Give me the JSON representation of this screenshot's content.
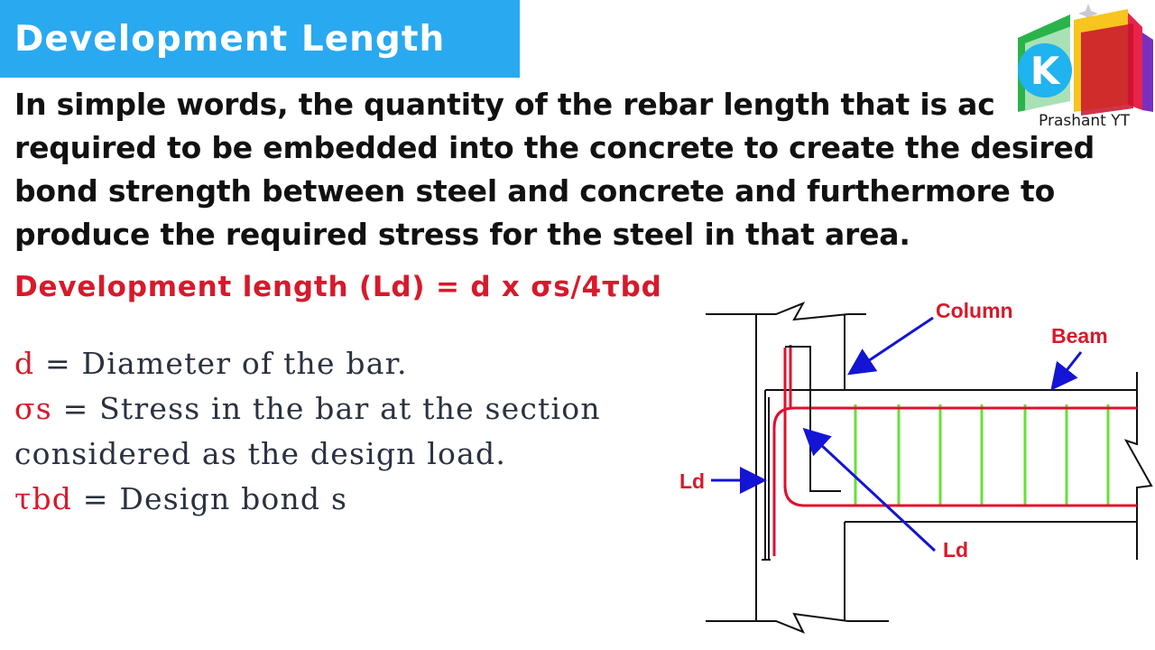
{
  "header": {
    "title": "Development Length"
  },
  "intro": {
    "lines": [
      "In simple words, the quantity of the rebar length that is ac",
      "required to be embedded into the concrete to create the desired",
      "bond strength between steel and concrete and furthermore to",
      "produce the required stress for the steel in that area."
    ]
  },
  "formula": "Development length (Ld) = d x σs/4τbd",
  "definitions": [
    {
      "symbol": "d",
      "text": " = Diameter of the bar."
    },
    {
      "symbol": "σs",
      "text": " = Stress in the bar at the section"
    },
    {
      "symbol": "",
      "text": "considered as the design load."
    },
    {
      "symbol": "τbd",
      "text": " = Design bond s"
    }
  ],
  "diagram": {
    "labels": {
      "column": "Column",
      "beam": "Beam",
      "ld_left": "Ld",
      "ld_right": "Ld"
    },
    "colors": {
      "rebar": "#e0102e",
      "stirrup": "#66e03a",
      "arrow": "#1414d4",
      "outline": "#111111"
    }
  },
  "logo": {
    "letter": "K",
    "caption": "Prashant YT"
  }
}
